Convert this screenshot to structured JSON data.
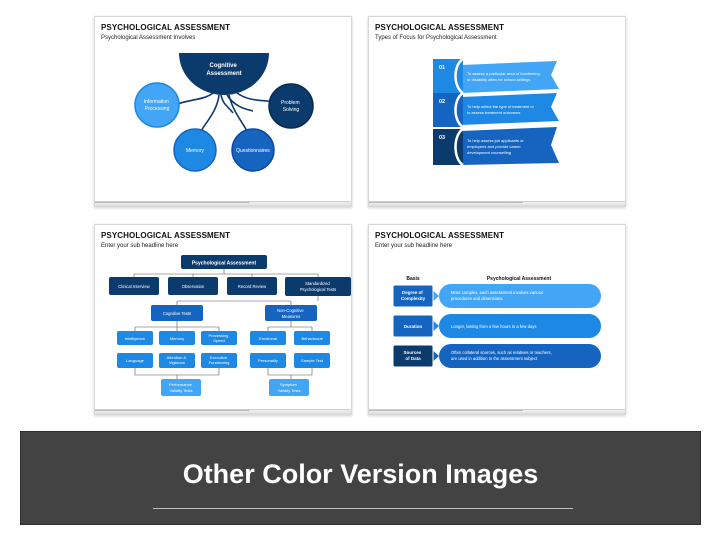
{
  "colors": {
    "dark": "#0b3a6d",
    "mid": "#1565c0",
    "light": "#2196f3",
    "sky": "#42a5f5"
  },
  "slide1": {
    "title": "PSYCHOLOGICAL ASSESSMENT",
    "subtitle": "Psychological Assessment Involves",
    "center": [
      "Cognitive",
      "Assessment"
    ],
    "nodes": {
      "info": [
        "Information",
        "Processing"
      ],
      "memory": [
        "Memory"
      ],
      "questionnaires": [
        "Questionnaires"
      ],
      "problem": [
        "Problem",
        "Solving"
      ]
    }
  },
  "slide2": {
    "title": "PSYCHOLOGICAL ASSESSMENT",
    "subtitle": "Types of Focus for Psychological Assessment",
    "items": [
      {
        "num": "01",
        "lines": [
          "To assess a particular area of functioning",
          "or disability often for school settings"
        ]
      },
      {
        "num": "02",
        "lines": [
          "To help select the type of treatment or",
          "to assess treatment outcomes"
        ]
      },
      {
        "num": "03",
        "lines": [
          "To help assess job applicants or",
          "employees and provide career",
          "development counselling"
        ]
      }
    ]
  },
  "slide3": {
    "title": "PSYCHOLOGICAL ASSESSMENT",
    "subtitle": "Enter your sub headline here",
    "root": "Psychological Assessment",
    "level1": [
      "Clinical Interview",
      "Observation",
      "Record Review",
      "Standardized",
      "Psychological Tests"
    ],
    "cognitive": "Cognitive Tests",
    "noncog": [
      "Non-Cognitive",
      "Measures"
    ],
    "cog_items": [
      "Intelligence",
      "Memory",
      "Processing",
      "Speed",
      "Language",
      "Attention &",
      "Vigilance",
      "Executive",
      "Functioning"
    ],
    "noncog_items": [
      "Emotional",
      "Behavioural",
      "Personality",
      "Sample Test"
    ],
    "perf": [
      "Performance",
      "Validity Tests"
    ],
    "symptom": [
      "Symptom",
      "Validity Tests"
    ]
  },
  "slide4": {
    "title": "PSYCHOLOGICAL ASSESSMENT",
    "subtitle": "Enter your sub headline here",
    "col_basis": "Basis",
    "col_pa": "Psychological Assessment",
    "rows": [
      {
        "label": [
          "Degree of",
          "Complexity"
        ],
        "text": [
          "More complex, each assessment involves various",
          "procedures and dimensions"
        ]
      },
      {
        "label": [
          "Duration"
        ],
        "text": [
          "Longer, lasting from a few hours to a few days"
        ]
      },
      {
        "label": [
          "Sources",
          "of Data"
        ],
        "text": [
          "Often collateral sources, such as relatives or teachers,",
          "are used in addition to the assessment subject"
        ]
      }
    ]
  },
  "banner": {
    "title": "Other Color Version Images"
  }
}
